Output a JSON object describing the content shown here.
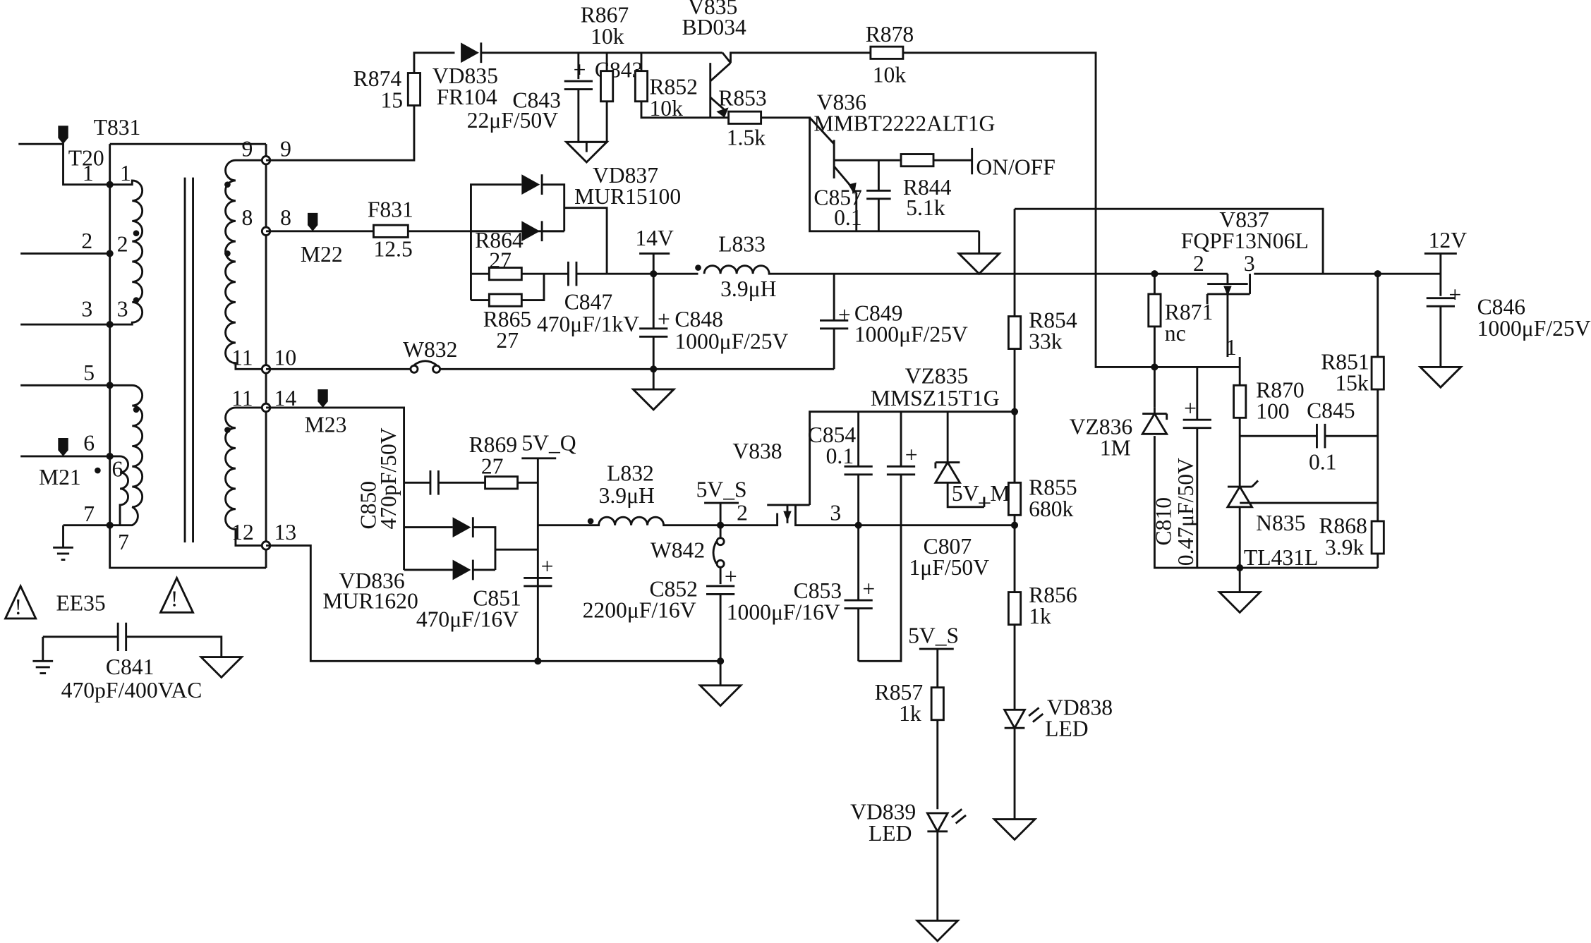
{
  "components": {
    "r874": {
      "ref": "R874",
      "value": "15"
    },
    "vd835": {
      "ref": "VD835",
      "value": "FR104"
    },
    "c843": {
      "ref": "C843",
      "value": "22μF/50V"
    },
    "r867": {
      "ref": "R867",
      "value": "10k"
    },
    "r852": {
      "ref": "R852",
      "value": "10k"
    },
    "v835": {
      "ref": "V835",
      "value": "BD034"
    },
    "r878": {
      "ref": "R878",
      "value": "10k"
    },
    "r853": {
      "ref": "R853",
      "value": "1.5k"
    },
    "v836": {
      "ref": "V836",
      "value": "MMBT2222ALT1G"
    },
    "c857": {
      "ref": "C857",
      "value": "0.1"
    },
    "r844": {
      "ref": "R844",
      "value": "5.1k"
    },
    "t831": {
      "ref": "T831",
      "value": "EE35"
    },
    "vd837": {
      "ref": "VD837",
      "value": "MUR15100"
    },
    "f831": {
      "ref": "F831",
      "value": "12.5"
    },
    "r864": {
      "ref": "R864",
      "value": "27"
    },
    "r865": {
      "ref": "R865",
      "value": "27"
    },
    "c847": {
      "ref": "C847",
      "value": "470μF/1kV"
    },
    "c848": {
      "ref": "C848",
      "value": "1000μF/25V"
    },
    "l833": {
      "ref": "L833",
      "value": "3.9μH"
    },
    "c849": {
      "ref": "C849",
      "value": "1000μF/25V"
    },
    "w832": {
      "ref": "W832"
    },
    "v837": {
      "ref": "V837",
      "value": "FQPF13N06L"
    },
    "c846": {
      "ref": "C846",
      "value": "1000μF/25V"
    },
    "r854": {
      "ref": "R854",
      "value": "33k"
    },
    "r871": {
      "ref": "R871",
      "value": "nc"
    },
    "r870": {
      "ref": "R870",
      "value": "100"
    },
    "c845": {
      "ref": "C845",
      "value": "0.1"
    },
    "r851": {
      "ref": "R851",
      "value": "15k"
    },
    "vz835": {
      "ref": "VZ835",
      "value": "MMSZ15T1G"
    },
    "vz836": {
      "ref": "VZ836",
      "value": "1M"
    },
    "c810": {
      "ref": "C810",
      "value": "0.47μF/50V"
    },
    "n835": {
      "ref": "N835",
      "value": "TL431L"
    },
    "r868": {
      "ref": "R868",
      "value": "3.9k"
    },
    "c850": {
      "ref": "C850",
      "value": "470pF/50V"
    },
    "r869": {
      "ref": "R869",
      "value": "27"
    },
    "l832": {
      "ref": "L832",
      "value": "3.9μH"
    },
    "v838": {
      "ref": "V838"
    },
    "c854": {
      "ref": "C854",
      "value": "0.1"
    },
    "c807": {
      "ref": "C807",
      "value": "1μF/50V"
    },
    "r855": {
      "ref": "R855",
      "value": "680k"
    },
    "w842": {
      "ref": "W842"
    },
    "vd836": {
      "ref": "VD836",
      "value": "MUR1620"
    },
    "c851": {
      "ref": "C851",
      "value": "470μF/16V"
    },
    "c852": {
      "ref": "C852",
      "value": "2200μF/16V"
    },
    "c853": {
      "ref": "C853",
      "value": "1000μF/16V"
    },
    "r856": {
      "ref": "R856",
      "value": "1k"
    },
    "r857": {
      "ref": "R857",
      "value": "1k"
    },
    "vd838": {
      "ref": "VD838",
      "value": "LED"
    },
    "vd839": {
      "ref": "VD839",
      "value": "LED"
    },
    "c841": {
      "ref": "C841",
      "value": "470pF/400VAC"
    }
  },
  "nets": {
    "v14": "14V",
    "v12": "12V",
    "on_off": "ON/OFF",
    "v5q": "5V_Q",
    "v5s": "5V_S",
    "v5m": "5V_M",
    "v5s_led": "5V_S"
  },
  "test_points": {
    "t20": "T20",
    "m21": "M21",
    "m22": "M22",
    "m23": "M23"
  },
  "pins": {
    "p1": "1",
    "p2": "2",
    "p3": "3",
    "p5": "5",
    "p6": "6",
    "p7": "7",
    "p9": "9",
    "p8": "8",
    "p10": "10",
    "p14": "14",
    "p13": "13",
    "c1": "1",
    "c2": "2",
    "c3": "3",
    "c6": "6",
    "c7": "7",
    "c9": "9",
    "c8": "8",
    "c11a": "11",
    "c11b": "11",
    "c12": "12",
    "v837_g": "1",
    "v837_d": "2",
    "v837_s": "3",
    "v838_d": "2",
    "v838_s": "3"
  },
  "warning_glyph": "!"
}
